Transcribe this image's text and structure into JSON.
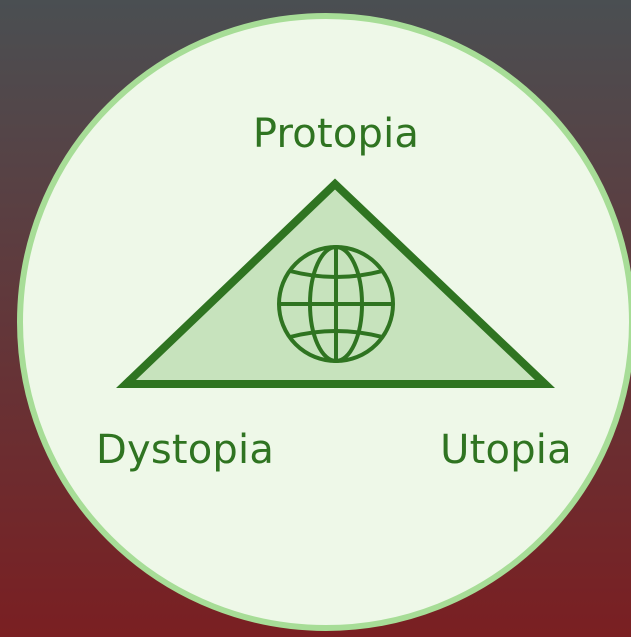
{
  "labels": {
    "top": "Protopia",
    "left": "Dystopia",
    "right": "Utopia"
  },
  "icons": {
    "center": "globe-icon"
  },
  "colors": {
    "background_top": "#4a4f52",
    "background_bottom": "#7a1f22",
    "circle_fill": "#eef8e8",
    "circle_border": "#a7dd97",
    "triangle_fill": "#c7e3bd",
    "accent_green": "#2f7421"
  }
}
